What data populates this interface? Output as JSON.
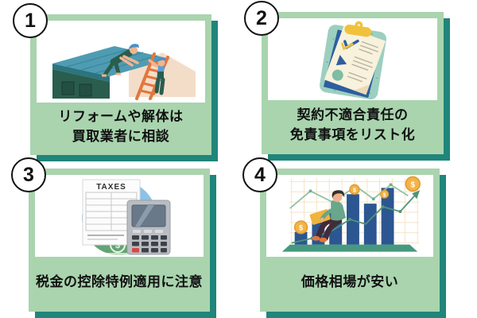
{
  "colors": {
    "card_background": "#a9d4ae",
    "card_shadow": "#20857a",
    "caption_text": "#111111",
    "badge_background": "#ffffff",
    "badge_border": "#111111"
  },
  "cards": [
    {
      "number": "1",
      "caption_lines": [
        "リフォームや解体は",
        "買取業者に相談"
      ],
      "illustration": "workers-renovating-roof"
    },
    {
      "number": "2",
      "caption_lines": [
        "契約不適合責任の",
        "免責事項をリスト化"
      ],
      "illustration": "clipboard-checklist"
    },
    {
      "number": "3",
      "caption_lines": [
        "税金の控除特例適用に注意"
      ],
      "illustration": "tax-document-and-calculator",
      "document_label": "TAXES",
      "money_symbol": "$"
    },
    {
      "number": "4",
      "caption_lines": [
        "価格相場が安い"
      ],
      "illustration": "growth-bar-chart-with-person",
      "coin_symbol": "$"
    }
  ]
}
